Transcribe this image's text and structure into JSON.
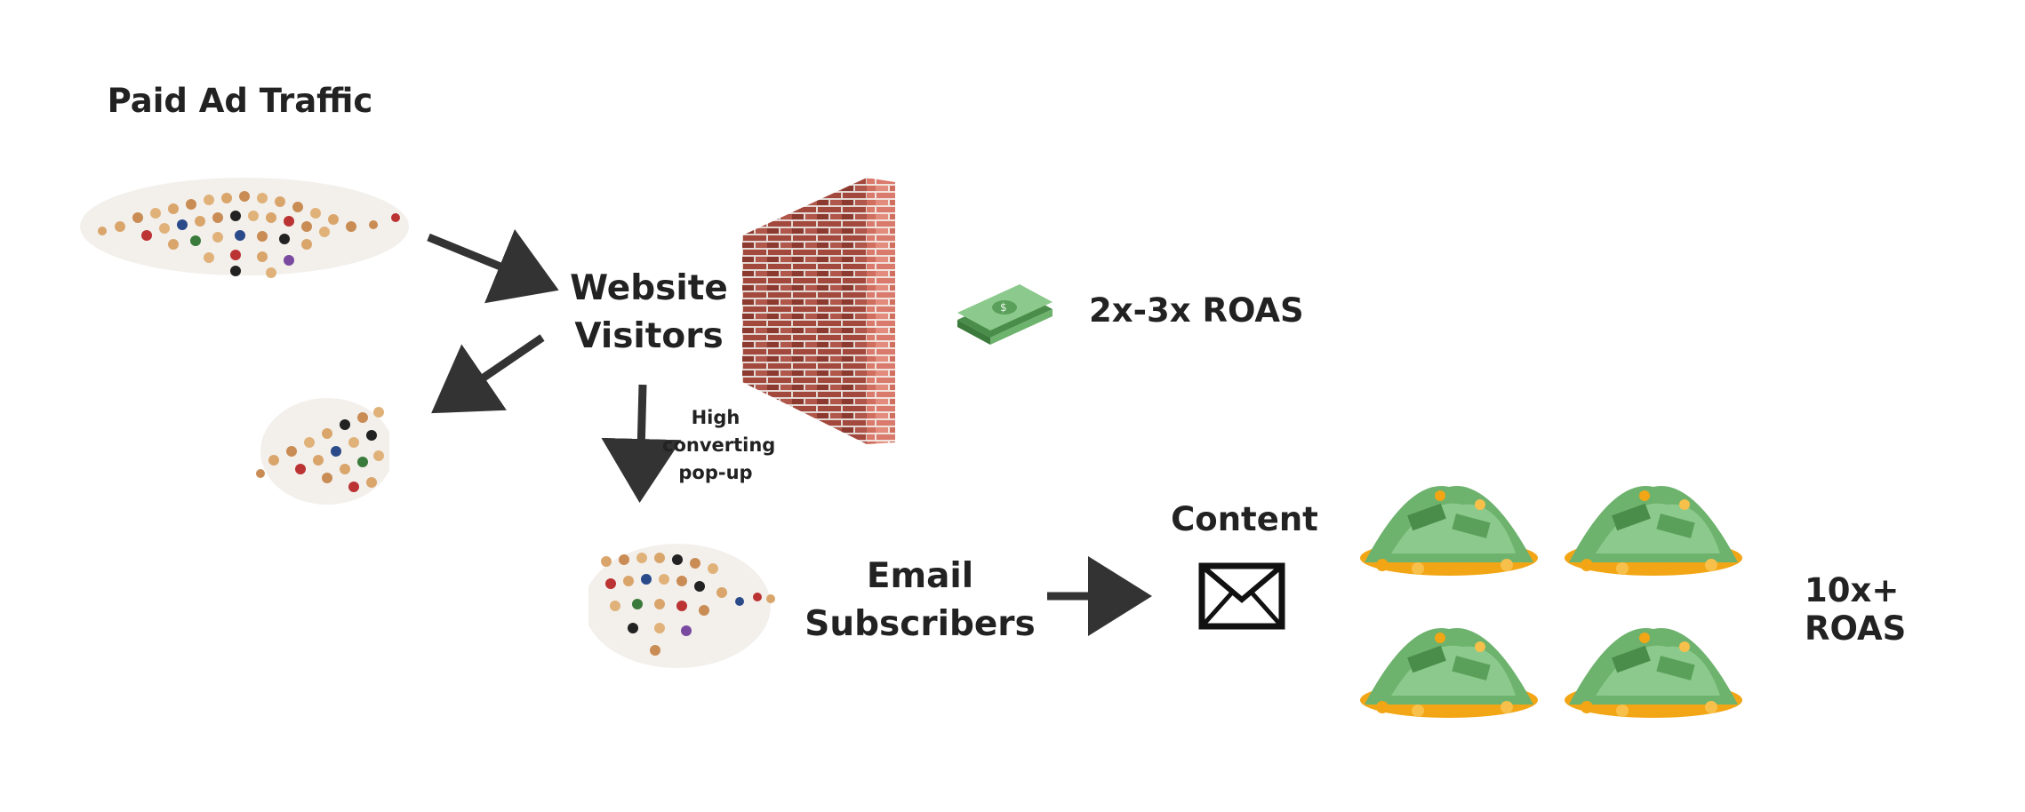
{
  "diagram": {
    "title_paid_traffic": "Paid Ad Traffic",
    "website_visitors_line1": "Website",
    "website_visitors_line2": "Visitors",
    "popup_line1": "High",
    "popup_line2": "converting",
    "popup_line3": "pop-up",
    "roas_low": "2x-3x ROAS",
    "content_label": "Content",
    "email_line1": "Email",
    "email_line2": "Subscribers",
    "roas_high": "10x+ ROAS"
  },
  "icons": {
    "crowd_large": "crowd-icon",
    "crowd_side": "crowd-icon",
    "crowd_subscribers": "crowd-icon",
    "wall": "brick-wall-icon",
    "money_small": "dollar-bill-stack-icon",
    "envelope": "envelope-icon",
    "money_piles": "money-pile-icon"
  },
  "colors": {
    "text": "#222222",
    "arrow": "#333333",
    "brick": "#a3483c",
    "brick_light": "#d97a6c",
    "money_green": "#5aa05a",
    "coin_gold": "#f2a615"
  }
}
